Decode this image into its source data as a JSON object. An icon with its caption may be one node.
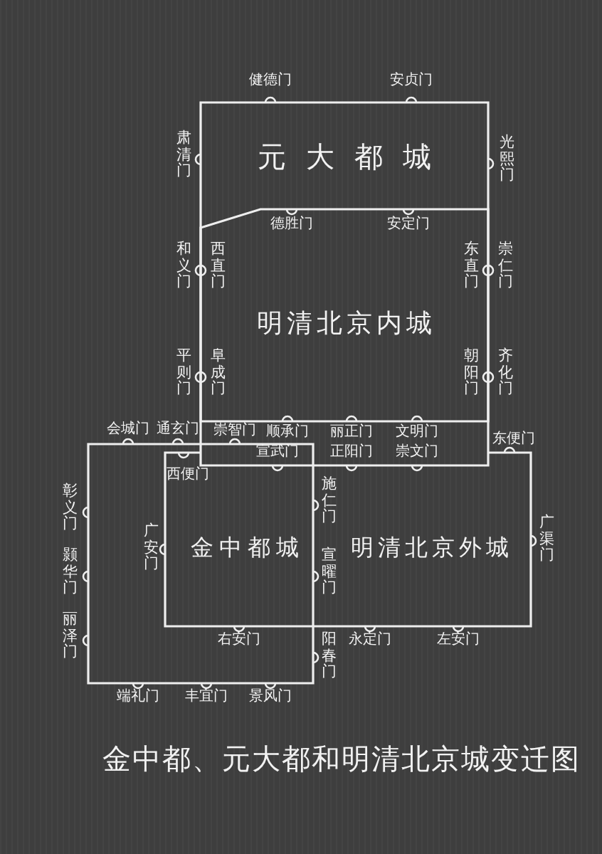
{
  "diagram": {
    "title": "金中都、元大都和明清北京城变迁图",
    "nodes": [
      {
        "text": [
          "元大都城"
        ]
      },
      {
        "text": [
          "明清北京内城"
        ]
      },
      {
        "text": [
          "明清北京外城"
        ]
      },
      {
        "text": [
          "金中都城"
        ]
      }
    ],
    "labels": [
      "健德门",
      "安贞门",
      "肃清门",
      "光熙门",
      "德胜门",
      "安定门",
      "和义门",
      "西直门",
      "东直门",
      "崇仁门",
      "平则门",
      "阜成门",
      "朝阳门",
      "齐化门",
      "会城门",
      "通玄门",
      "崇智门",
      "顺承门",
      "丽正门",
      "文明门",
      "东便门",
      "宣武门",
      "正阳门",
      "崇文门",
      "西便门",
      "彰义门",
      "施仁门",
      "颢华门",
      "广安门",
      "宣曜门",
      "丽泽门",
      "右安门",
      "永定门",
      "左安门",
      "阳春门",
      "广渠门",
      "端礼门",
      "丰宜门",
      "景风门"
    ]
  }
}
